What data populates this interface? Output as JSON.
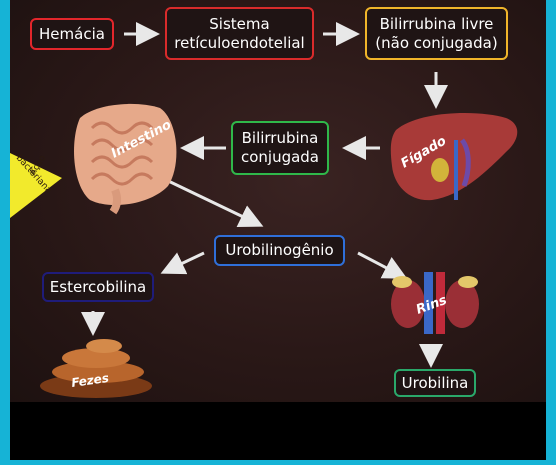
{
  "nodes": {
    "hemacia": "Hemácia",
    "sistema": "Sistema\nretículoendotelial",
    "bilirrubina_livre": "Bilirrubina livre\n(não conjugada)",
    "bilirrubina_conjugada": "Bilirrubina\nconjugada",
    "urobilinogenio": "Urobilinogênio",
    "estercobilina": "Estercobilina",
    "urobilina": "Urobilina"
  },
  "organs": {
    "intestino": "Intestino",
    "figado": "Fígado",
    "rins": "Rins",
    "fezes": "Fezes"
  },
  "annotation": {
    "line1": "Ação",
    "line2": "bacteriana"
  },
  "colors": {
    "hemacia": "#e3262b",
    "sistema": "#d92b2b",
    "bilirrubina_livre": "#f0b52a",
    "bilirrubina_conjugada": "#2fb84a",
    "urobilinogenio": "#2f6fd9",
    "estercobilina": "#1f1c7a",
    "urobilina": "#2aa86a",
    "annotation": "#f2ea2c"
  }
}
